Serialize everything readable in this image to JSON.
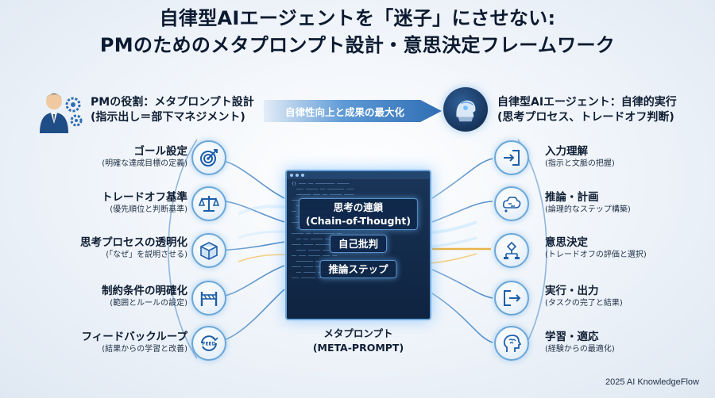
{
  "title": {
    "line1": "自律型AIエージェントを「迷子」にさせない:",
    "line2": "PMのためのメタプロンプト設計・意思決定フレームワーク"
  },
  "pm": {
    "title": "PMの役割：メタプロンプト設計",
    "subtitle": "(指示出し＝部下マネジメント)",
    "icon": "manager-with-gears-icon"
  },
  "banner": {
    "label": "自律性向上と成果の最大化"
  },
  "agent": {
    "title": "自律型AIエージェント：自律的実行",
    "subtitle": "(思考プロセス、トレードオフ判断)",
    "icon": "ai-robot-head-icon"
  },
  "left_items": [
    {
      "title": "ゴール設定",
      "subtitle": "(明確な達成目標の定義)",
      "icon": "target-icon"
    },
    {
      "title": "トレードオフ基準",
      "subtitle": "(優先順位と判断基準)",
      "icon": "balance-scale-icon"
    },
    {
      "title": "思考プロセスの透明化",
      "subtitle": "(「なぜ」を説明させる)",
      "icon": "transparent-box-icon"
    },
    {
      "title": "制約条件の明確化",
      "subtitle": "(範囲とルールの設定)",
      "icon": "barrier-icon"
    },
    {
      "title": "フィードバックループ",
      "subtitle": "(結果からの学習と改善)",
      "icon": "feed-loop-icon",
      "icon_label": "FEED"
    }
  ],
  "right_items": [
    {
      "title": "入力理解",
      "subtitle": "(指示と文脈の把握)",
      "icon": "input-arrow-icon"
    },
    {
      "title": "推論・計画",
      "subtitle": "(論理的なステップ構築)",
      "icon": "thinking-cloud-icon"
    },
    {
      "title": "意思決定",
      "subtitle": "(トレードオフの評価と選択)",
      "icon": "decision-flow-icon"
    },
    {
      "title": "実行・出力",
      "subtitle": "(タスクの完了と結果)",
      "icon": "output-arrow-icon"
    },
    {
      "title": "学習・適応",
      "subtitle": "(経験からの最適化)",
      "icon": "brain-head-icon"
    }
  ],
  "meta_prompt": {
    "chip1_line1": "思考の連鎖",
    "chip1_line2": "(Chain-of-Thought)",
    "chip2": "自己批判",
    "chip3": "推論ステップ",
    "caption_line1": "メタプロンプト",
    "caption_line2": "(META-PROMPT)"
  },
  "footer": "2025 AI KnowledgeFlow",
  "colors": {
    "accent": "#2f6db3",
    "flow": "#6fbcf0",
    "gold": "#e8b44a",
    "ink": "#0f1e33"
  }
}
